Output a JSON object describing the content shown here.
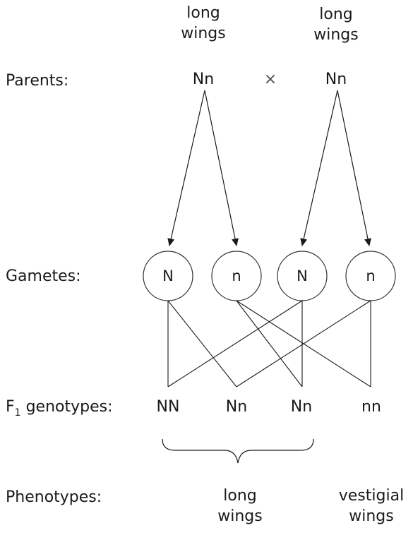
{
  "parents": {
    "label": "Parents:",
    "left": {
      "phenotype_line1": "long",
      "phenotype_line2": "wings",
      "genotype": "Nn"
    },
    "cross_symbol": "×",
    "right": {
      "phenotype_line1": "long",
      "phenotype_line2": "wings",
      "genotype": "Nn"
    }
  },
  "gametes": {
    "label": "Gametes:",
    "items": [
      "N",
      "n",
      "N",
      "n"
    ]
  },
  "f1": {
    "label_prefix": "F",
    "label_subscript": "1",
    "label_suffix": " genotypes:",
    "items": [
      "NN",
      "Nn",
      "Nn",
      "nn"
    ]
  },
  "phenotypes": {
    "label": "Phenotypes:",
    "long": {
      "line1": "long",
      "line2": "wings"
    },
    "vestigial": {
      "line1": "vestigial",
      "line2": "wings"
    }
  }
}
